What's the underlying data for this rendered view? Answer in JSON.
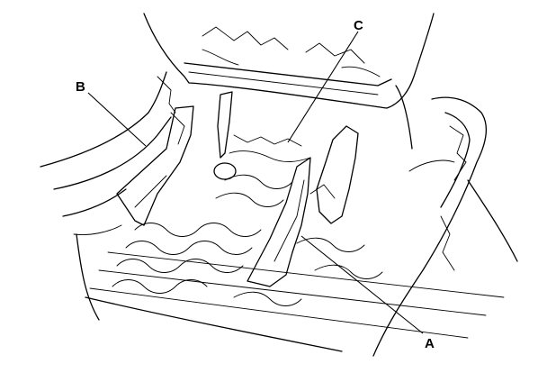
{
  "callouts": [
    {
      "id": "a",
      "label": "A"
    },
    {
      "id": "b",
      "label": "B"
    },
    {
      "id": "c",
      "label": "C"
    }
  ],
  "colors": {
    "line": "#000000",
    "background": "#ffffff"
  }
}
